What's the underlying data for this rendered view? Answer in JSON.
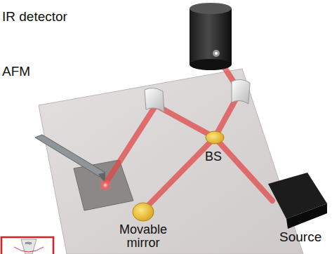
{
  "diagram": {
    "labels": [
      "IR detector",
      "AFM",
      "BS",
      "Movable mirror",
      "Source",
      "εtip"
    ]
  }
}
